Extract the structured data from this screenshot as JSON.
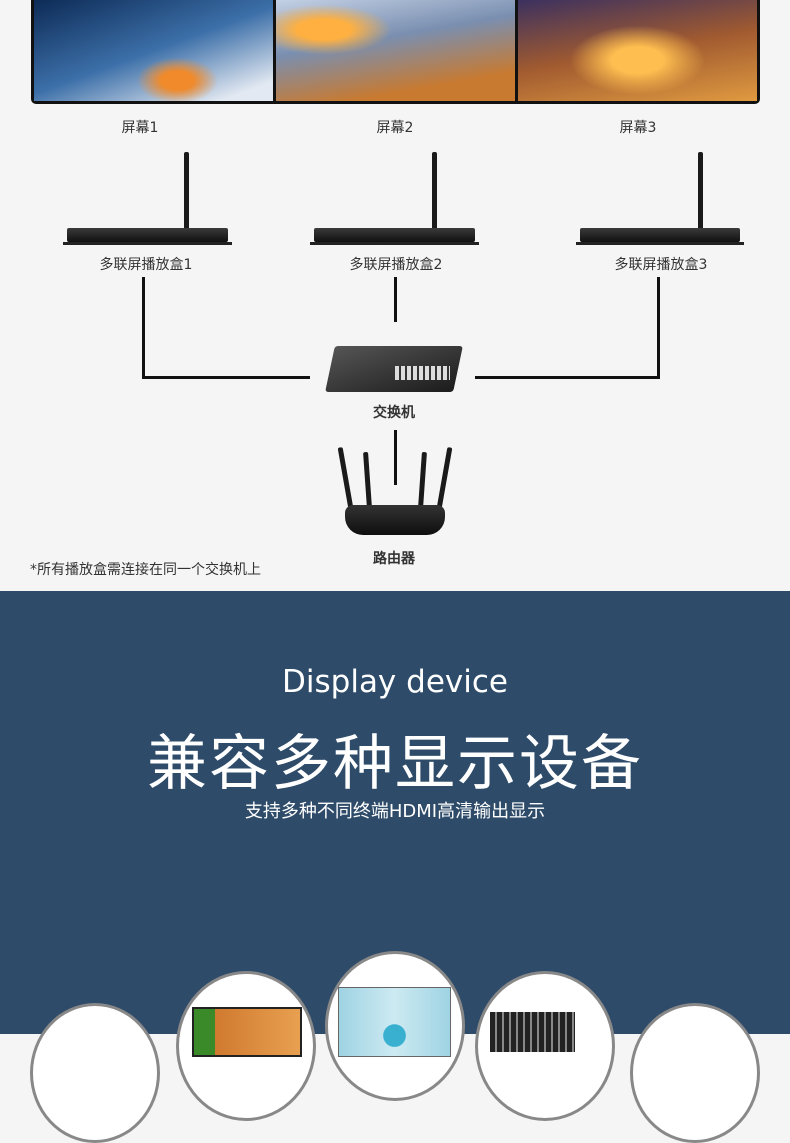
{
  "diagram": {
    "screens": [
      "屏幕1",
      "屏幕2",
      "屏幕3"
    ],
    "players": [
      "多联屏播放盒1",
      "多联屏播放盒2",
      "多联屏播放盒3"
    ],
    "switch_label": "交换机",
    "router_label": "路由器",
    "footnote": "*所有播放盒需连接在同一个交换机上"
  },
  "section": {
    "title_en": "Display device",
    "title_cn": "兼容多种显示设备",
    "subtitle": "支持多种不同终端HDMI高清输出显示",
    "colors": {
      "background": "#2e4b69",
      "page": "#f5f5f5"
    }
  }
}
